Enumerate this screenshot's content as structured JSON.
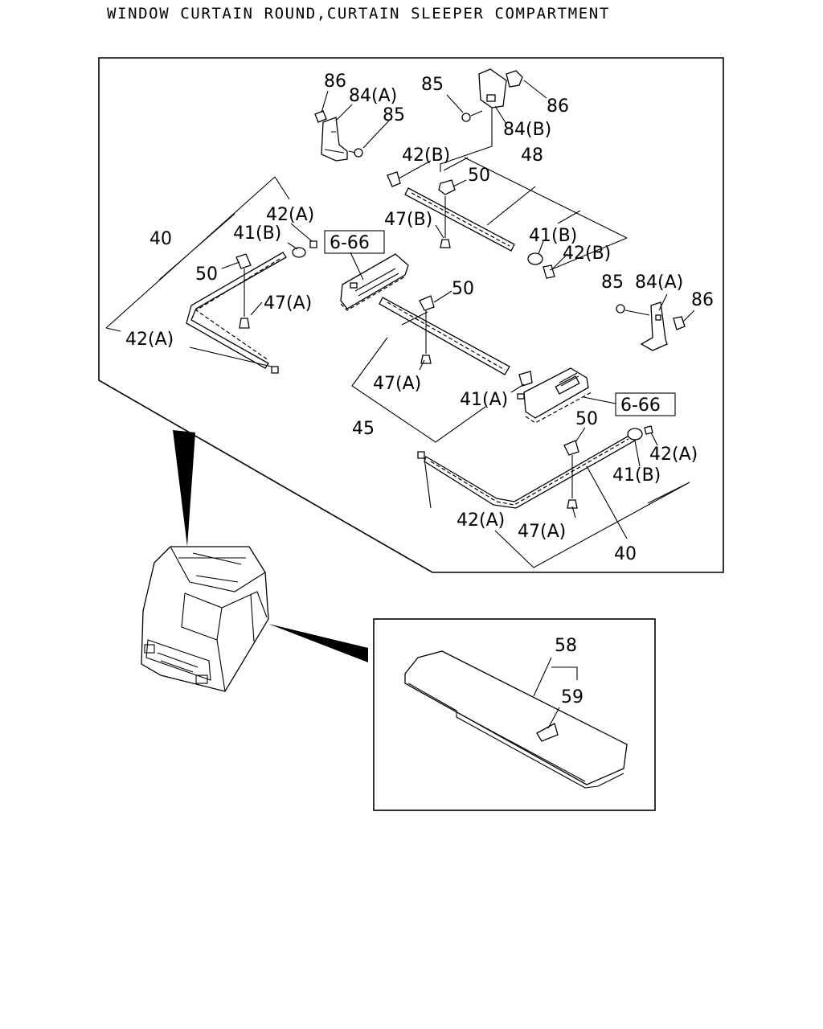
{
  "title": "WINDOW CURTAIN ROUND,CURTAIN SLEEPER COMPARTMENT",
  "callouts": {
    "c86_a": "86",
    "c84a_a": "84(A)",
    "c85_a": "85",
    "c85_b": "85",
    "c86_b": "86",
    "c84b": "84(B)",
    "c42b_a": "42(B)",
    "c48": "48",
    "c50_a": "50",
    "c42a_a": "42(A)",
    "c41b_a": "41(B)",
    "c40_a": "40",
    "c50_b": "50",
    "c47a_a": "47(A)",
    "c42a_b": "42(A)",
    "c47b": "47(B)",
    "c41b_b": "41(B)",
    "c42b_b": "42(B)",
    "c85_c": "85",
    "c84a_b": "84(A)",
    "c86_c": "86",
    "c50_c": "50",
    "c47a_b": "47(A)",
    "c41a": "41(A)",
    "c45": "45",
    "c50_d": "50",
    "c42a_c": "42(A)",
    "c41b_c": "41(B)",
    "c42a_d": "42(A)",
    "c47a_c": "47(A)",
    "c40_b": "40",
    "c58": "58",
    "c59": "59"
  },
  "refs": {
    "ref_a": "6-66",
    "ref_b": "6-66"
  }
}
